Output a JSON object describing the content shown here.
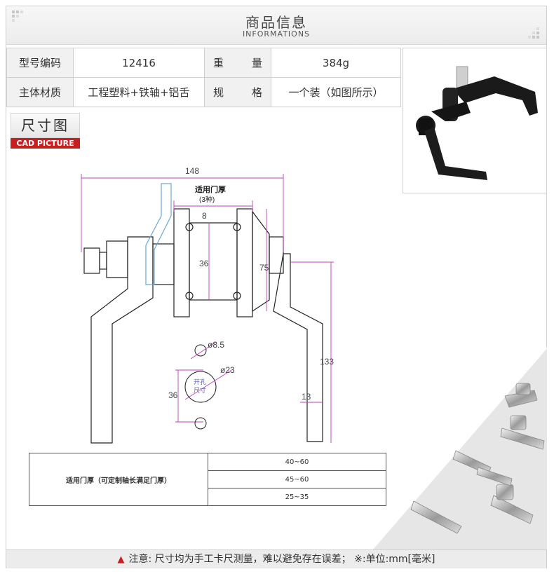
{
  "header": {
    "title": "商品信息",
    "subtitle": "INFORMATIONS"
  },
  "spec": {
    "model_label": "型号编码",
    "model_value": "12416",
    "weight_label_a": "重",
    "weight_label_b": "量",
    "weight_value": "384g",
    "material_label": "主体材质",
    "material_value": "工程塑料+铁轴+铝舌",
    "pack_label_a": "规",
    "pack_label_b": "格",
    "pack_value": "一个装（如图所示）"
  },
  "cad": {
    "title": "尺寸图",
    "subtitle": "CAD PICTURE"
  },
  "drawing": {
    "door_label": "适用门厚",
    "door_sub": "(3种)",
    "dim_148": "148",
    "dim_8": "8",
    "dim_36": "36",
    "dim_75": "75",
    "dim_133": "133",
    "dim_13": "13",
    "dim_phi85": "ø8.5",
    "dim_phi23": "ø23",
    "dim_36b": "36",
    "hole_a": "开孔",
    "hole_b": "尺寸"
  },
  "door_table": {
    "label": "适用门厚（可定制轴长满足门厚）",
    "rows": [
      "40~60",
      "45~60",
      "25~35"
    ]
  },
  "footer": {
    "note": "注意: 尺寸均为手工卡尺测量，难以避免存在误差；  ※:单位:mm[毫米]"
  },
  "colors": {
    "accent_red": "#c81e1e",
    "dim_magenta": "#c040c0",
    "dim_blue": "#6aa6d8"
  }
}
